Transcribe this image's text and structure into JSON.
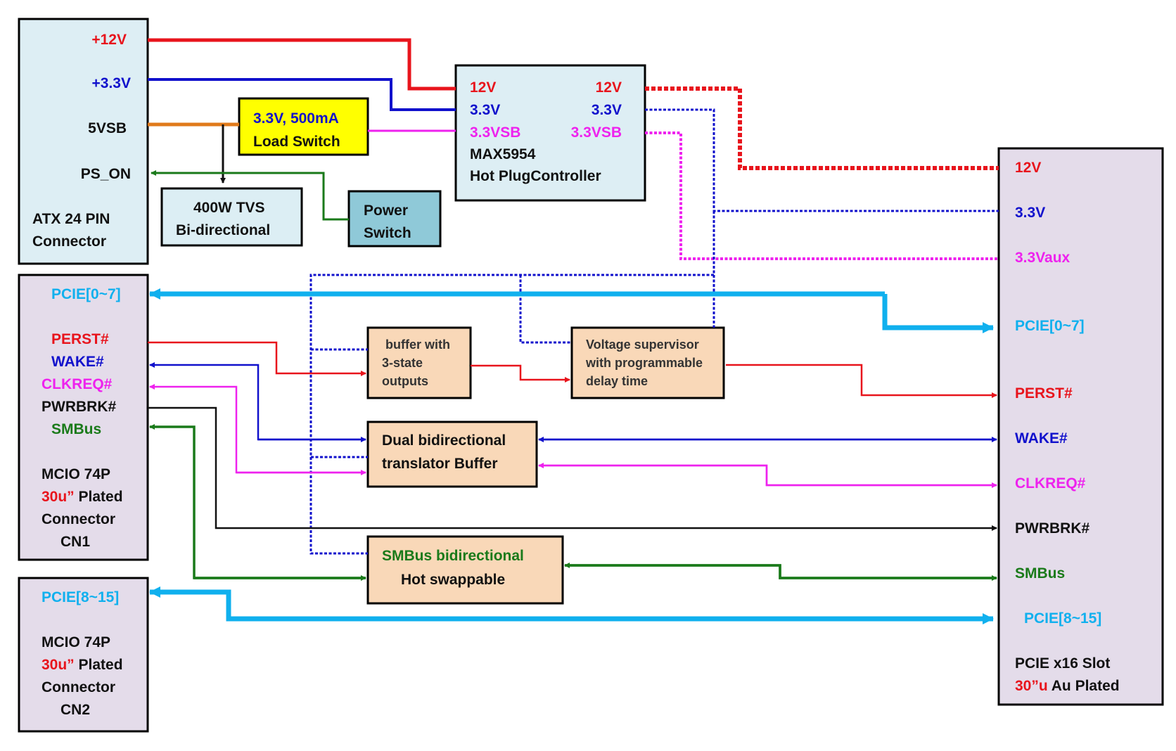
{
  "colors": {
    "red": "#e8141c",
    "blue": "#1111cc",
    "magenta": "#ee22ee",
    "orange": "#e07a1a",
    "green": "#1a7a1a",
    "cyan": "#10b0ee",
    "black": "#111111",
    "atx_fill": "#ddeef4",
    "mcio_fill": "#e4dcea",
    "slot_fill": "#e4dcea",
    "yellow_fill": "#ffff00",
    "tvs_fill": "#dceef4",
    "power_fill": "#8fc9d8",
    "hot_plug_fill": "#ddeef4",
    "peach_fill": "#f9d8b8"
  },
  "atx": {
    "v12": "+12V",
    "v33": "+3.3V",
    "vsb": "5VSB",
    "ps_on": "PS_ON",
    "title_line1": "ATX 24 PIN",
    "title_line2": "Connector"
  },
  "load_switch": {
    "line1": "3.3V, 500mA",
    "line2": "Load Switch"
  },
  "tvs": {
    "line1": "400W TVS",
    "line2": "Bi-directional"
  },
  "power_switch": {
    "line1": "Power",
    "line2": "Switch"
  },
  "hot_plug": {
    "in_12v": "12V",
    "out_12v": "12V",
    "in_33v": "3.3V",
    "out_33v": "3.3V",
    "in_33vsb": "3.3VSB",
    "out_33vsb": "3.3VSB",
    "part": "MAX5954",
    "desc": "Hot PlugController"
  },
  "mcio1": {
    "pcie": "PCIE[0~7]",
    "perst": "PERST#",
    "wake": "WAKE#",
    "clkreq": "CLKREQ#",
    "pwrbrk": "PWRBRK#",
    "smbus": "SMBus",
    "title1": "MCIO 74P",
    "plating_red": "30u”",
    "plating_rest": " Plated",
    "title3": "Connector",
    "title4": "CN1"
  },
  "mcio2": {
    "pcie": "PCIE[8~15]",
    "title1": "MCIO 74P",
    "plating_red": "30u”",
    "plating_rest": " Plated",
    "title3": "Connector",
    "title4": "CN2"
  },
  "buffer": {
    "line1": "buffer with",
    "line2": "3-state",
    "line3": "outputs"
  },
  "supervisor": {
    "line1": "Voltage supervisor",
    "line2": "with programmable",
    "line3": "delay time"
  },
  "translator": {
    "line1": "Dual bidirectional",
    "line2": "translator Buffer"
  },
  "smbus_box": {
    "line1": "SMBus bidirectional",
    "line2": "Hot swappable"
  },
  "slot": {
    "v12": "12V",
    "v33": "3.3V",
    "v33aux": "3.3Vaux",
    "pcie_lo": "PCIE[0~7]",
    "perst": "PERST#",
    "wake": "WAKE#",
    "clkreq": "CLKREQ#",
    "pwrbrk": "PWRBRK#",
    "smbus": "SMBus",
    "pcie_hi": "PCIE[8~15]",
    "title1": "PCIE x16 Slot",
    "plating_red": "30”u",
    "plating_rest": " Au Plated"
  }
}
